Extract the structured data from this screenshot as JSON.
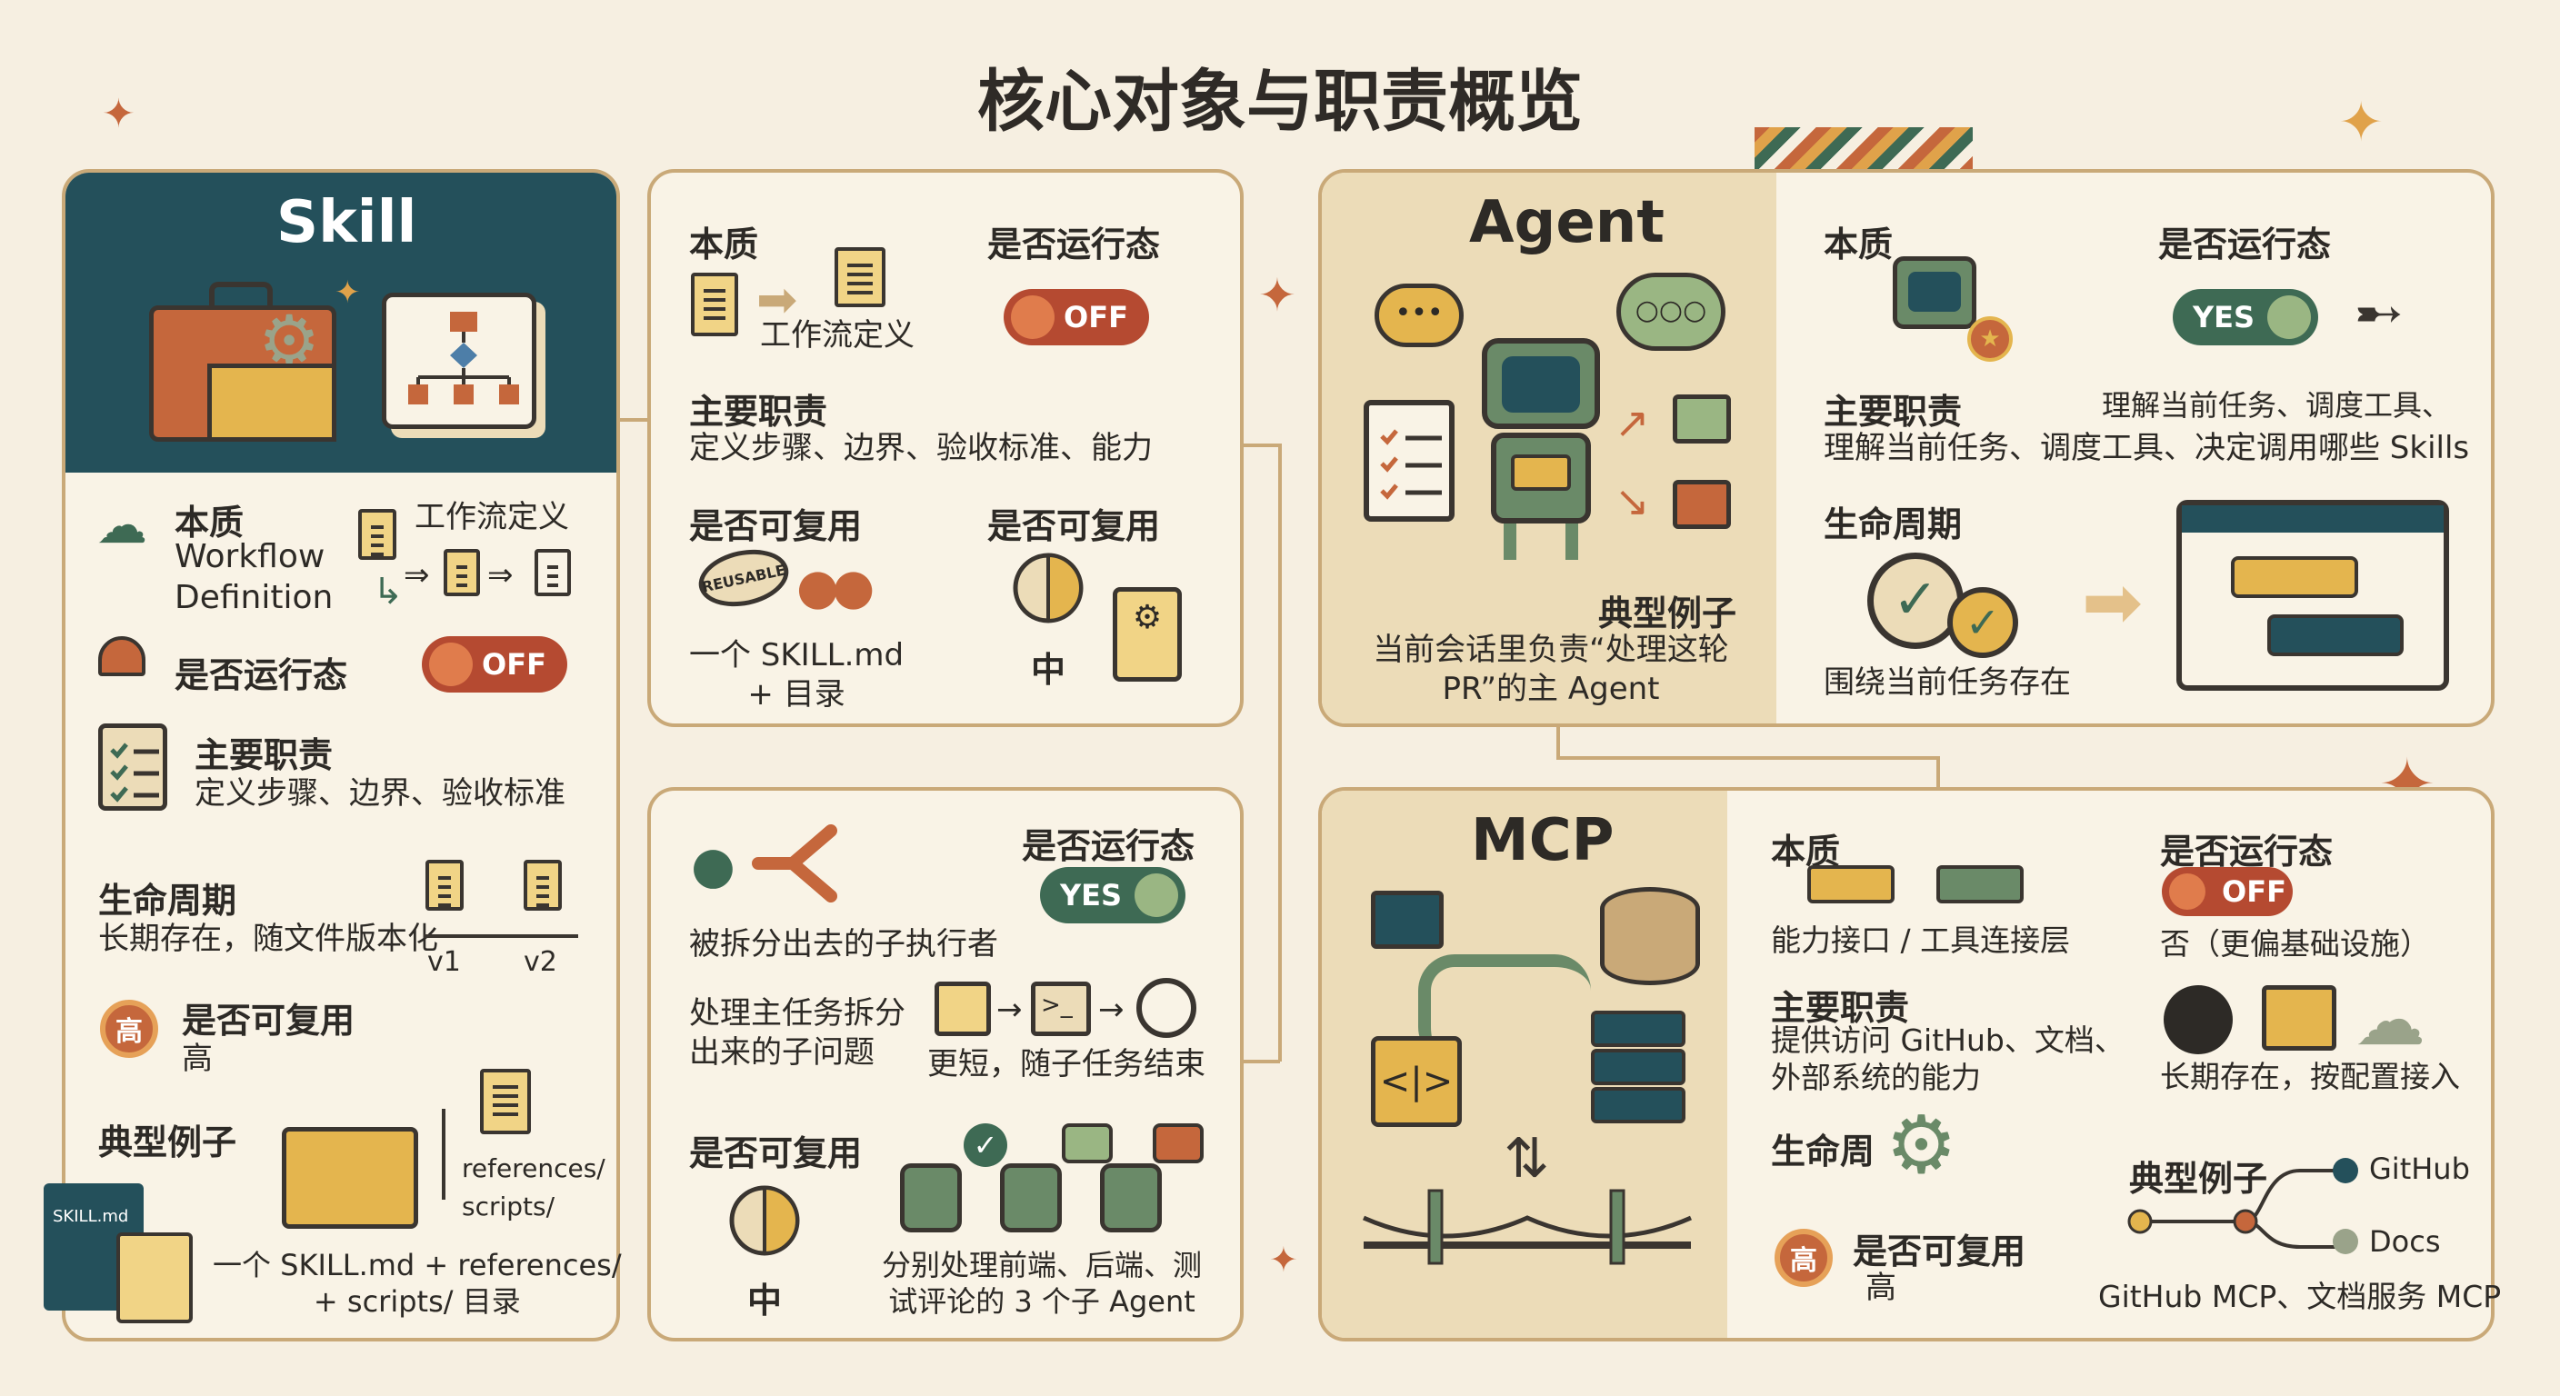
{
  "title": "核心对象与职责概览",
  "skill": {
    "name": "Skill",
    "nature_label": "本质",
    "nature_value": "Workflow\nDefinition",
    "nature_icon_label": "工作流定义",
    "runtime_label": "是否运行态",
    "runtime_toggle": "OFF",
    "duty_label": "主要职责",
    "duty_value": "定义步骤、边界、验收标准",
    "lifecycle_label": "生命周期",
    "lifecycle_value": "长期存在，随文件版本化",
    "v1": "v1",
    "v2": "v2",
    "reuse_label": "是否可复用",
    "reuse_value": "高",
    "reuse_badge": "高",
    "example_label": "典型例子",
    "folder_refs": "references/",
    "folder_scripts": "scripts/",
    "file_label": "SKILL.md",
    "example_value": "一个 SKILL.md + references/\n+ scripts/ 目录"
  },
  "skill_detail": {
    "nature_label": "本质",
    "nature_value": "工作流定义",
    "runtime_label": "是否运行态",
    "runtime_toggle": "OFF",
    "duty_label": "主要职责",
    "duty_value": "定义步骤、边界、验收标准、能力",
    "reuse_label": "是否可复用",
    "reuse_stamp": "REUSABLE",
    "reuse_value": "一个 SKILL.md\n+ 目录",
    "reuse_label2": "是否可复用",
    "reuse_level": "中"
  },
  "subagent": {
    "runtime_label": "是否运行态",
    "runtime_toggle": "YES",
    "nature_value": "被拆分出去的子执行者",
    "duty_value": "处理主任务拆分\n出来的子问题",
    "lifecycle_value": "更短，随子任务结束",
    "reuse_label": "是否可复用",
    "reuse_level": "中",
    "example_value": "分别处理前端、后端、测\n试评论的 3 个子 Agent"
  },
  "agent": {
    "name": "Agent",
    "example_label": "典型例子",
    "example_value": "当前会话里负责“处理这轮\nPR”的主 Agent",
    "nature_label": "本质",
    "runtime_label": "是否运行态",
    "runtime_toggle": "YES",
    "duty_label": "主要职责",
    "duty_short": "理解当前任务、调度工具、",
    "duty_value": "理解当前任务、调度工具、决定调用哪些 Skills",
    "lifecycle_label": "生命周期",
    "lifecycle_value": "围绕当前任务存在"
  },
  "mcp": {
    "name": "MCP",
    "nature_label": "本质",
    "nature_value": "能力接口 / 工具连接层",
    "runtime_label": "是否运行态",
    "runtime_toggle": "OFF",
    "runtime_value": "否（更偏基础设施）",
    "duty_label": "主要职责",
    "duty_value": "提供访问 GitHub、文档、\n外部系统的能力",
    "lifecycle_label": "生命周",
    "lifecycle_value": "长期存在，按配置接入",
    "reuse_label": "是否可复用",
    "reuse_value": "高",
    "reuse_badge": "高",
    "example_label": "典型例子",
    "branch_github": "GitHub",
    "branch_docs": "Docs",
    "example_value": "GitHub MCP、文档服务 MCP"
  },
  "colors": {
    "teal": "#24505b",
    "tan": "#ecdcb8",
    "orange": "#b54a31",
    "green": "#3e6a54",
    "border": "#c9a978"
  }
}
